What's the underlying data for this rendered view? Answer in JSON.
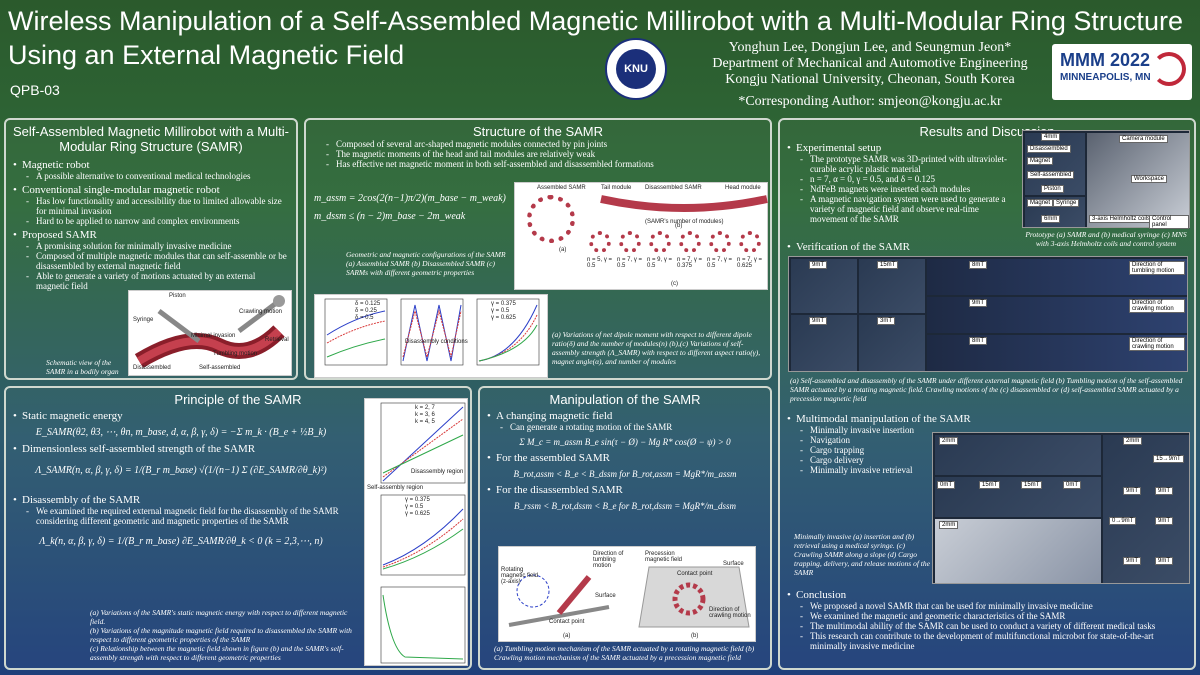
{
  "header": {
    "title": "Wireless Manipulation of a Self-Assembled Magnetic Millirobot with a Multi-Modular Ring Structure Using an External Magnetic Field",
    "code": "QPB-03",
    "authors": "Yonghun Lee, Dongjun Lee, and Seungmun Jeon*",
    "department": "Department of Mechanical and Automotive Engineering",
    "university": "Kongju National University, Cheonan, South Korea",
    "corresponding": "*Corresponding Author: smjeon@kongju.ac.kr",
    "knu_logo_text": "KNU",
    "mmm_logo_line1": "MMM 2022",
    "mmm_logo_line2": "MINNEAPOLIS, MN"
  },
  "intro": {
    "heading": "Self-Assembled Magnetic Millirobot with a Multi-Modular Ring Structure (SAMR)",
    "b1": "Magnetic robot",
    "b1a": "A possible alternative to conventional medical technologies",
    "b2": "Conventional single-modular magnetic robot",
    "b2a": "Has low functionality and accessibility due to limited allowable size for minimal invasion",
    "b2b": "Hard to be applied to narrow and complex environments",
    "b3": "Proposed SAMR",
    "b3a": "A promising solution for minimally invasive medicine",
    "b3b": "Composed of multiple magnetic modules that can self-assemble or be disassembled by external magnetic field",
    "b3c": "Able to generate a variety of motions actuated by an external magnetic field",
    "caption": "Schematic view of the SAMR in a bodily organ",
    "fig_labels": [
      "Piston",
      "Syringe",
      "Crawling motion",
      "Minimal invasion",
      "Retrieval",
      "Tumbling motion",
      "Disassembled",
      "Self-assembled"
    ]
  },
  "structure": {
    "heading": "Structure of the SAMR",
    "b1": "Composed of several arc-shaped magnetic modules connected by pin joints",
    "b2": "The magnetic moments of the head and tail modules are relatively weak",
    "b3": "Has effective net magnetic moment in both self-assembled and disassembled formations",
    "eq1": "m_assm = 2cos(2(n−1)π/2)(m_base − m_weak)",
    "eq2": "m_dssm ≤ (n − 2)m_base − 2m_weak",
    "caption1": "Geometric and magnetic configurations of the SAMR (a) Assembled SAMR (b) Disassembled SAMR (c) SARMs with different geometric properties",
    "caption2": "(a) Variations of net dipole moment with respect to different dipole ratio(δ) and the number of modules(n) (b),(c) Variations of self-assembly strength (Λ_SAMR) with respect to different aspect ratio(γ), magnet angle(α), and number of modules",
    "fig_labels": [
      "Assembled SAMR",
      "Tail module",
      "Disassembled SAMR",
      "Head module",
      "(SAMR's number of modules)",
      "(a)",
      "(b)",
      "(c)"
    ],
    "ring_params": [
      "n = 5, γ = 0.5",
      "n = 7, γ = 0.5",
      "n = 9, γ = 0.5",
      "n = 7, γ = 0.375",
      "n = 7, γ = 0.5",
      "n = 7, γ = 0.625"
    ],
    "plot_legends": [
      "δ = 0.125",
      "δ = 0.25",
      "δ = 0.5",
      "γ = 0.375",
      "γ = 0.5",
      "γ = 0.625"
    ],
    "plot_text": "Disassembly conditions"
  },
  "principle": {
    "heading": "Principle of the SAMR",
    "b1": "Static magnetic energy",
    "eq1": "E_SAMR(θ2, θ3, ⋯, θn, m_base, d, α, β, γ, δ) = −Σ m_k · (B_e + ½B_k)",
    "b2": "Dimensionless self-assembled strength of the SAMR",
    "eq2": "Λ_SAMR(n, α, β, γ, δ) = 1/(B_r m_base) √(1/(n−1) Σ (∂E_SAMR/∂θ_k)²)",
    "b3": "Disassembly of the SAMR",
    "b3a": "We examined the required external magnetic field for the disassembly of the SAMR considering different geometric and magnetic properties of the SAMR",
    "eq3": "Λ_k(n, α, β, γ, δ) = 1/(B_r m_base) ∂E_SAMR/∂θ_k < 0   (k = 2,3,⋯, n)",
    "caption_a": "(a) Variations of the SAMR's static magnetic energy with respect to different magnetic field.",
    "caption_b": "(b) Variations of the magnitude magnetic field required to disassembled the SAMR with respect to different geometric properties of the SAMR",
    "caption_c": "(c) Relationship between the magnetic field shown in figure (b) and the SAMR's self-assembly strength with respect to different geometric properties",
    "plot_legends": [
      "k = 2, 7",
      "k = 3, 6",
      "k = 4, 5",
      "γ = 0.375",
      "γ = 0.5",
      "γ = 0.625"
    ],
    "plot_text": [
      "Disassembly region",
      "Self-assembly region"
    ]
  },
  "manipulation": {
    "heading": "Manipulation of the SAMR",
    "b1": "A changing magnetic field",
    "b1a": "Can generate a rotating motion of the SAMR",
    "eq1": "Σ M_c = m_assm B_e sin(τ − Ø) − Mg R* cos(Ø − ψ) > 0",
    "b2": "For the assembled SAMR",
    "eq2": "B_rot,assm < B_e < B_dssm   for   B_rot,assm = MgR*/m_assm",
    "b3": "For the disassembled SAMR",
    "eq3": "B_rssm < B_rot,dssm < B_e   for   B_rot,dssm = MgR*/m_dssm",
    "caption": "(a) Tumbling motion mechanism of the SAMR actuated by a rotating magnetic field (b) Crawling motion mechanism of the SAMR actuated by a precession magnetic field",
    "fig_labels": [
      "Rotating magnetic field (z-axis)",
      "Direction of tumbling motion",
      "Contact point",
      "Surface",
      "Precession magnetic field",
      "Contact point",
      "Surface",
      "Direction of crawling motion",
      "(a)",
      "(b)"
    ]
  },
  "results": {
    "heading": "Results and Discussion",
    "b1": "Experimental setup",
    "b1a": "The prototype SAMR was 3D-printed with ultraviolet-curable acrylic plastic material",
    "b1b": "n = 7, α = 0, γ = 0.5, and δ = 0.125",
    "b1c": "NdFeB magnets were inserted each modules",
    "b1d": "A magnetic navigation system were used to generate a variety of magnetic field and observe real-time movement of the SAMR",
    "setup_caption": "Prototype (a) SAMR and (b) medical syringe (c) MNS with 3-axis Helmholtz coils and control system",
    "setup_labels": [
      "4mm",
      "Camera module",
      "Disassembled",
      "Magnet",
      "Self-assembled",
      "Piston",
      "Workspace",
      "Magnet",
      "Syringe",
      "3-axis Helmholtz coils",
      "Control panel",
      "6mm"
    ],
    "b2": "Verification of the SAMR",
    "verif_tags": [
      "9mT",
      "15mT",
      "9mT",
      "3mT",
      "8mT",
      "9mT",
      "8mT"
    ],
    "verif_labels": [
      "Direction of tumbling motion",
      "Direction of crawling motion",
      "Direction of crawling motion"
    ],
    "verif_caption": "(a) Self-assembled and disassembly of the SAMR under different external magnetic field (b) Tumbling motion of the self-assembled SAMR actuated by a rotating magnetic field. Crawling motions of the (c) disassembled or (d) self-assembled SAMR actuated by a precession magnetic field",
    "b3": "Multimodal manipulation of the SAMR",
    "b3a": "Minimally invasive insertion",
    "b3b": "Navigation",
    "b3c": "Cargo trapping",
    "b3d": "Cargo delivery",
    "b3e": "Minimally invasive retrieval",
    "multi_caption": "Minimally invasive (a) insertion and (b) retrieval using a medical syringe. (c) Crawling SAMR along a slope (d) Cargo trapping, delivery, and release motions of the SAMR",
    "multi_tags": [
      "2mm",
      "0mT",
      "15mT",
      "15mT",
      "0mT",
      "2mm",
      "2mm",
      "15→9mT",
      "9mT",
      "9mT",
      "0→9mT",
      "9mT",
      "9mT",
      "9mT"
    ],
    "b4": "Conclusion",
    "b4a": "We proposed a novel SAMR that can be used for minimally invasive medicine",
    "b4b": "We examined the magnetic and geometric characteristics of the SAMR",
    "b4c": "The multimodal ability of the SAMR can be used to conduct a variety of different medical tasks",
    "b4d": "This research can contribute to the development of multifunctional microbot for state-of-the-art minimally invasive medicine"
  },
  "colors": {
    "panel_border": "#cfd8cf",
    "bg_top": "#2b5a2c",
    "bg_bottom": "#1f3f7a",
    "accent_red": "#b43a4a",
    "plot_blue": "#2b3fc8",
    "plot_green": "#2fa84a",
    "plot_red": "#d83a3a"
  }
}
